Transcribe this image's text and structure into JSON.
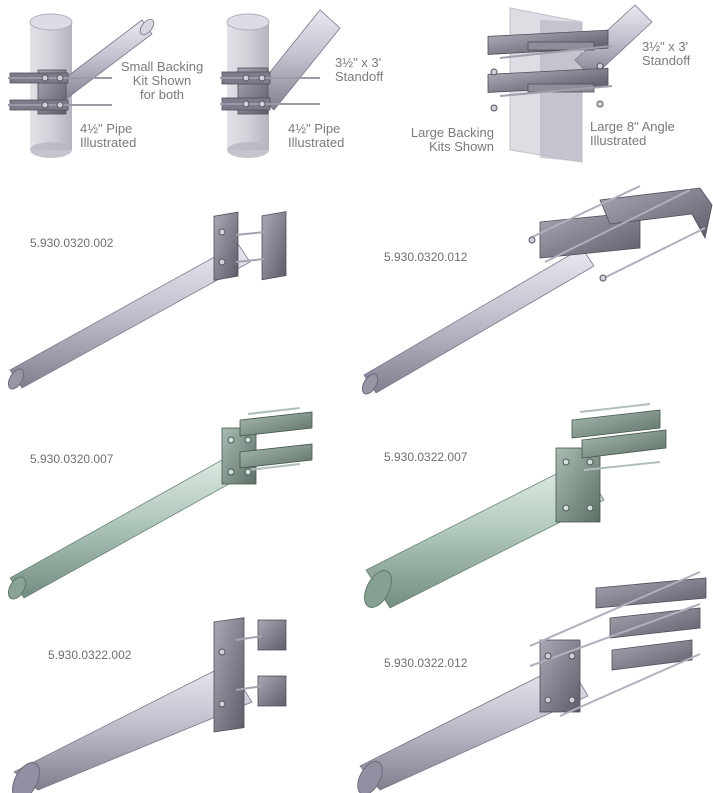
{
  "top": {
    "fig1": {
      "kit_line1": "Small Backing",
      "kit_line2": "Kit Shown",
      "kit_line3": "for both",
      "pipe_line1": "4½\" Pipe",
      "pipe_line2": "Illustrated"
    },
    "fig2": {
      "standoff_line1": "3½\" x 3'",
      "standoff_line2": "Standoff",
      "pipe_line1": "4½\" Pipe",
      "pipe_line2": "Illustrated"
    },
    "fig3": {
      "standoff_line1": "3½\" x 3'",
      "standoff_line2": "Standoff",
      "kit_line1": "Large Backing",
      "kit_line2": "Kits Shown",
      "angle_line1": "Large 8\" Angle",
      "angle_line2": "Illustrated"
    }
  },
  "parts": [
    {
      "part_number": "5.930.0320.002",
      "finish": "#c9c9d6"
    },
    {
      "part_number": "5.930.0320.012",
      "finish": "#c9c9d6"
    },
    {
      "part_number": "5.930.0320.007",
      "finish": "#b8cfc4"
    },
    {
      "part_number": "5.930.0322.007",
      "finish": "#b8cfc4"
    },
    {
      "part_number": "5.930.0322.002",
      "finish": "#c9c9d6"
    },
    {
      "part_number": "5.930.0322.012",
      "finish": "#c9c9d6"
    }
  ],
  "colors": {
    "steel": "#c9c9d6",
    "galvanized": "#b8cfc4",
    "bracket": "#8e8e9a",
    "label": "#7a7a7a"
  }
}
